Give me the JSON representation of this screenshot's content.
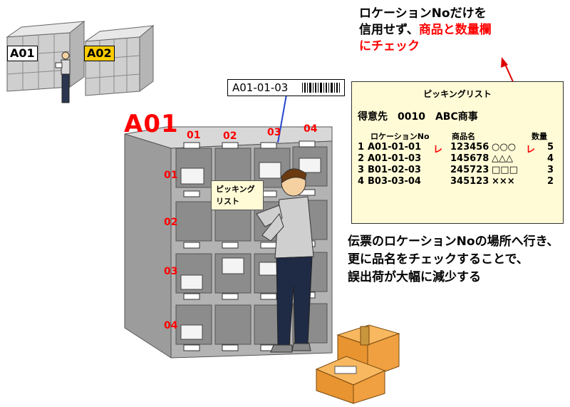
{
  "headline": {
    "line1": "ロケーションNoだけを",
    "line2_prefix": "信用せず、",
    "line2_red": "商品と数量欄",
    "line3_red": "にチェック"
  },
  "small_racks": {
    "left_tag": "A01",
    "right_tag": "A02"
  },
  "location_label": "A01-01-03",
  "rack": {
    "title": "A01",
    "columns": [
      "01",
      "02",
      "03",
      "04"
    ],
    "rows": [
      "01",
      "02",
      "03",
      "04"
    ]
  },
  "held_card": {
    "line1": "ピッキング",
    "line2": "リスト"
  },
  "picking_list": {
    "title": "ピッキングリスト",
    "customer": "得意先　0010　ABC商事",
    "headers": {
      "location": "ロケーションNo",
      "product": "商品名",
      "qty": "数量"
    },
    "check_mark": "レ",
    "rows": [
      {
        "no": "1",
        "loc": "A01-01-01",
        "code": "123456",
        "name": "○○○",
        "qty": "5"
      },
      {
        "no": "2",
        "loc": "A01-01-03",
        "code": "145678",
        "name": "△△△",
        "qty": "4"
      },
      {
        "no": "3",
        "loc": "B01-02-03",
        "code": "245723",
        "name": "□□□",
        "qty": "3"
      },
      {
        "no": "4",
        "loc": "B03-03-04",
        "code": "345123",
        "name": "×××",
        "qty": "2"
      }
    ]
  },
  "bottom_text": {
    "line1": "伝票のロケーションNoの場所へ行き、",
    "line2": "更に品名をチェックすることで、",
    "line3": "誤出荷が大幅に減少する"
  },
  "colors": {
    "red": "#ff0000",
    "rack_gray": "#a8a8a8",
    "paper": "#fffbd6",
    "box": "#f0a040"
  }
}
